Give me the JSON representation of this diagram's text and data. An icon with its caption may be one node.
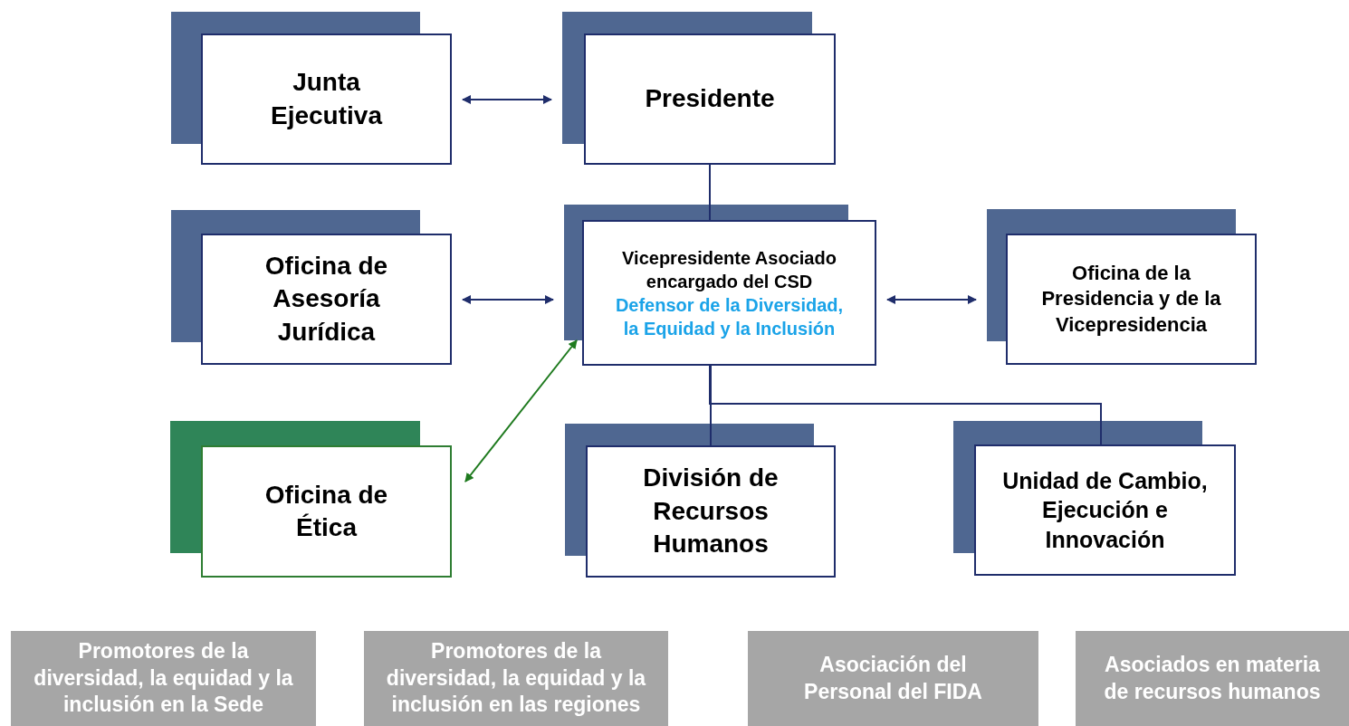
{
  "diagram": {
    "nodes": [
      {
        "text": [
          "Junta Ejecutiva"
        ]
      },
      {
        "text": [
          "Presidente"
        ]
      },
      {
        "text": [
          "Oficina de Asesoría Jurídica"
        ]
      },
      {
        "text": [
          "Vicepresidente Asociado encargado del CSD",
          "Defensor de la Diversidad, la Equidad y la Inclusión"
        ]
      },
      {
        "text": [
          "Oficina de la Presidencia y de la Vicepresidencia"
        ]
      },
      {
        "text": [
          "Oficina de Ética"
        ]
      },
      {
        "text": [
          "División de Recursos Humanos"
        ]
      },
      {
        "text": [
          "Unidad de Cambio, Ejecución e Innovación"
        ]
      },
      {
        "text": [
          "Promotores de la diversidad, la equidad y la inclusión en la Sede"
        ]
      },
      {
        "text": [
          "Promotores de la diversidad, la equidad y la inclusión en las regiones"
        ]
      },
      {
        "text": [
          "Asociación del Personal del FIDA"
        ]
      },
      {
        "text": [
          "Asociados en materia de recursos humanos"
        ]
      }
    ],
    "edges": [
      {
        "from": 0,
        "to": 1,
        "arrow": "both"
      },
      {
        "from": 1,
        "to": 3,
        "arrow": "none"
      },
      {
        "from": 2,
        "to": 3,
        "arrow": "both"
      },
      {
        "from": 3,
        "to": 4,
        "arrow": "both"
      },
      {
        "from": 5,
        "to": 3,
        "arrow": "both",
        "color": "#1e7a1e"
      },
      {
        "from": 3,
        "to": 6,
        "arrow": "none"
      },
      {
        "from": 3,
        "to": 7,
        "arrow": "none"
      }
    ]
  }
}
